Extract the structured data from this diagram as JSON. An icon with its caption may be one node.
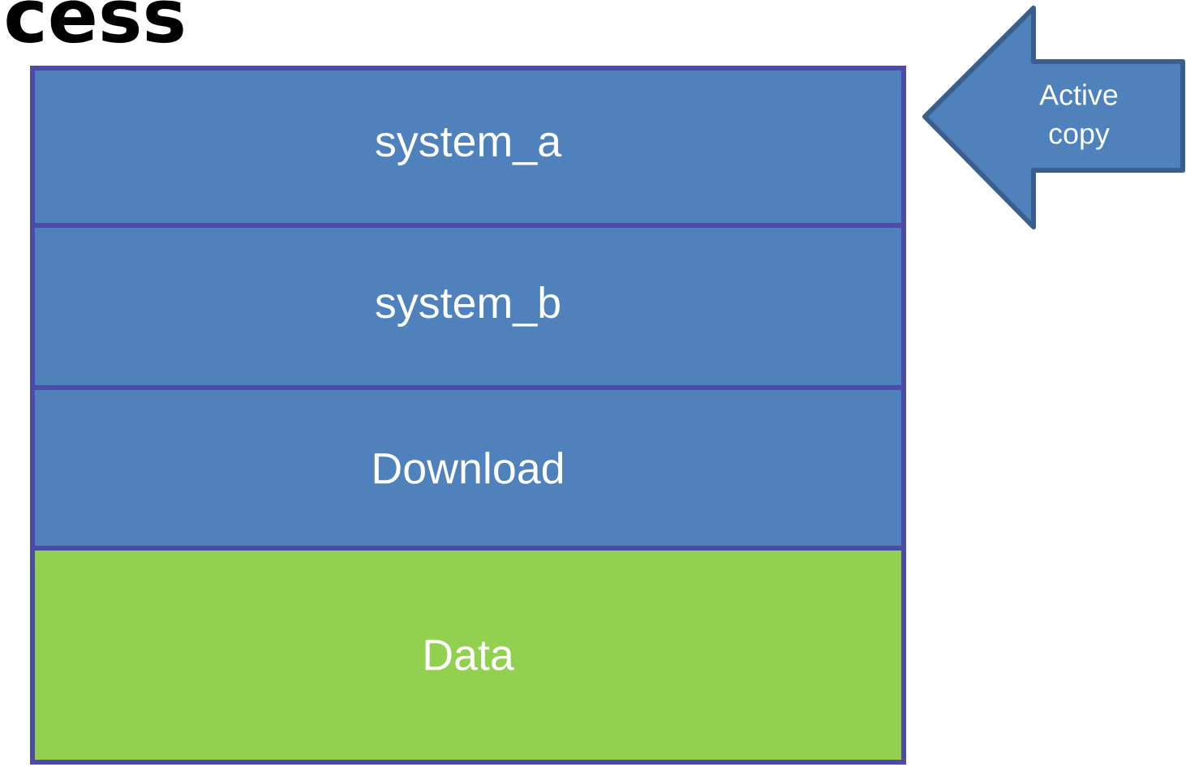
{
  "diagram": {
    "title": "cess",
    "nodes": [
      {
        "text": [
          "system_a"
        ]
      },
      {
        "text": [
          "system_b"
        ]
      },
      {
        "text": [
          "Download"
        ]
      },
      {
        "text": [
          "Data"
        ]
      },
      {
        "text": [
          "Active copy"
        ]
      }
    ]
  }
}
